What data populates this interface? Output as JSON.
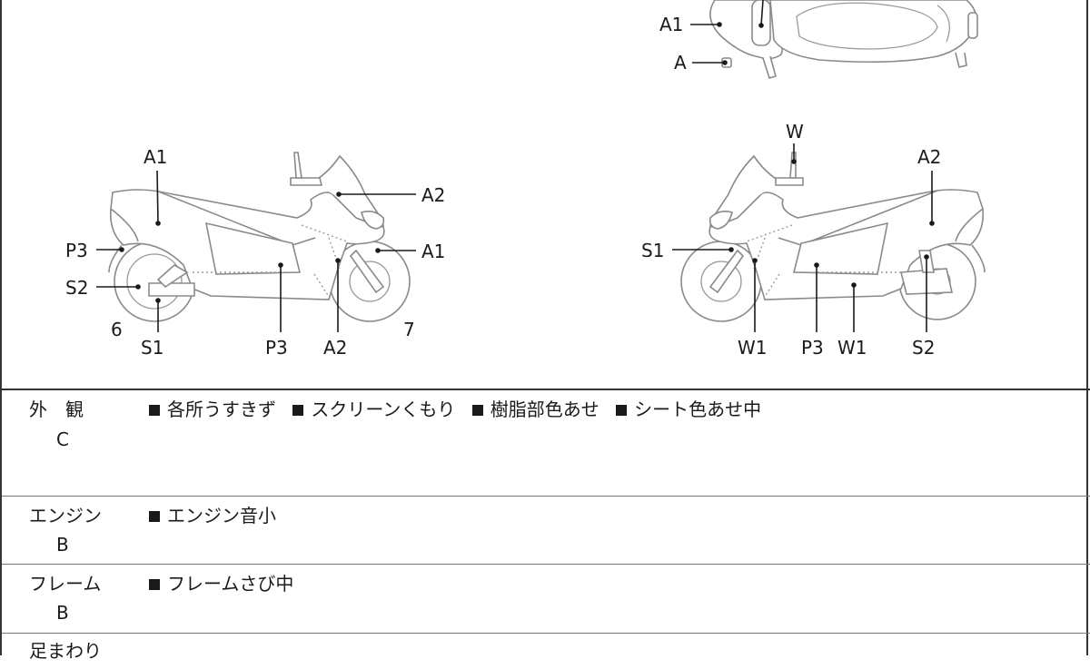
{
  "diagram": {
    "top_view_labels": [
      "A1",
      "A"
    ],
    "left_view_labels": {
      "a1_top": "A1",
      "a2_top": "A2",
      "p3_side": "P3",
      "a1_front": "A1",
      "s2_side": "S2",
      "rear_wheel_number": "6",
      "s1_bottom": "S1",
      "p3_bottom": "P3",
      "a2_bottom": "A2",
      "front_wheel_number": "7"
    },
    "right_view_labels": {
      "w_top": "W",
      "a2_top": "A2",
      "s1_side": "S1",
      "w1_left": "W1",
      "p3_bottom": "P3",
      "w1_right": "W1",
      "s2_bottom": "S2"
    }
  },
  "report": {
    "rows": [
      {
        "category": "外　観",
        "grade": "C",
        "items": [
          "各所うすきず",
          "スクリーンくもり",
          "樹脂部色あせ",
          "シート色あせ中"
        ]
      },
      {
        "category": "エンジン",
        "grade": "B",
        "items": [
          "エンジン音小"
        ]
      },
      {
        "category": "フレーム",
        "grade": "B",
        "items": [
          "フレームさび中"
        ]
      },
      {
        "category": "足まわり",
        "grade": "",
        "items": []
      }
    ]
  }
}
